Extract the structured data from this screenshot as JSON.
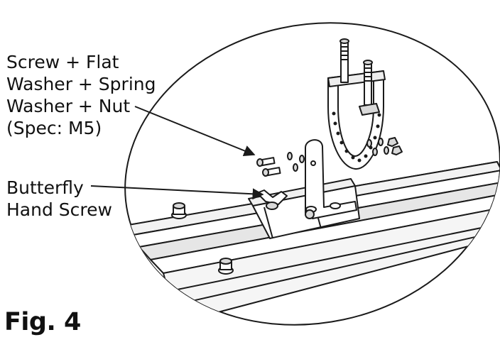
{
  "labels": {
    "screw_assembly": [
      "Screw + Flat",
      "Washer + Spring",
      "Washer + Nut",
      "(Spec: M5)"
    ],
    "butterfly": [
      "Butterfly",
      "Hand Screw"
    ]
  },
  "figure_title": "Fig. 4",
  "colors": {
    "line": "#1a1a1a",
    "fill": "#ffffff",
    "shade": "#d9d9d9"
  }
}
